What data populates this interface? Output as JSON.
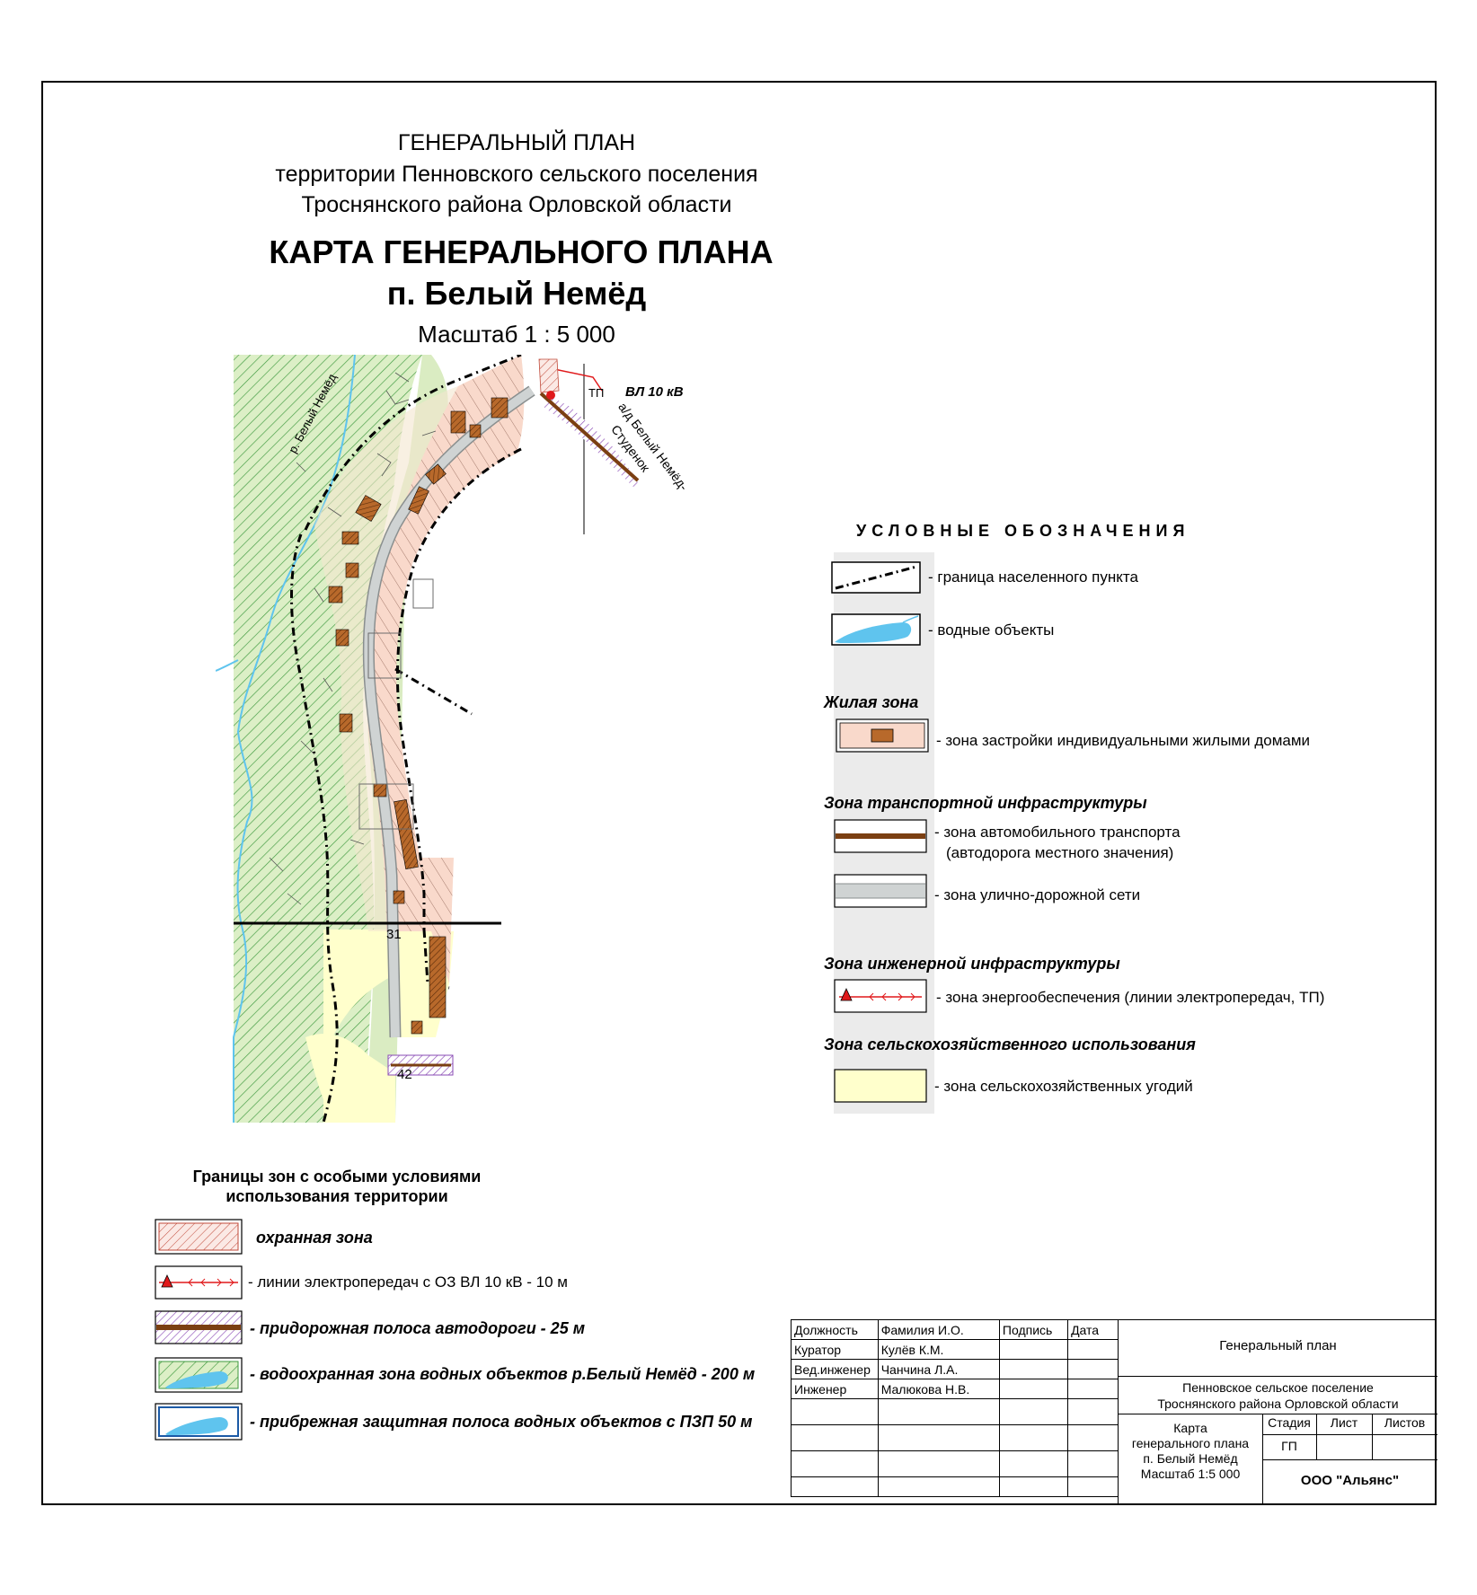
{
  "header": {
    "line1": "ГЕНЕРАЛЬНЫЙ  ПЛАН",
    "line2": "территории Пенновского сельского поселения",
    "line3": "Троснянского  района Орловской области",
    "title": "КАРТА ГЕНЕРАЛЬНОГО ПЛАНА",
    "subtitle": "п. Белый Немёд",
    "scale": "Масштаб 1 : 5 000"
  },
  "map_labels": {
    "river": "р. Белый  Немёд",
    "power_line": "ВЛ 10 кВ",
    "substation": "ТП",
    "road1": "а/д Белый Немёд-",
    "road2": "Студенок",
    "num_31": "31",
    "num_42": "42"
  },
  "legend": {
    "title": "УСЛОВНЫЕ  ОБОЗНАЧЕНИЯ",
    "boundary": "- граница населенного пункта",
    "water": "- водные объекты",
    "residential_group": "Жилая зона",
    "residential": "- зона застройки индивидуальными жилыми домами",
    "transport_group": "Зона транспортной инфраструктуры",
    "auto_transport_1": "- зона автомобильного транспорта",
    "auto_transport_2": "(автодорога местного значения)",
    "street_network": "- зона улично-дорожной сети",
    "engineering_group": "Зона инженерной инфраструктуры",
    "energy": "- зона энергообеспечения (линии электропередач, ТП)",
    "agri_group": "Зона сельскохозяйственного использования",
    "agri": "- зона сельскохозяйственных угодий"
  },
  "special_zones": {
    "title_1": "Границы зон с особыми условиями",
    "title_2": "использования территории",
    "protection": "охранная зона",
    "power_lines": "- линии электропередач с ОЗ  ВЛ 10 кВ - 10 м",
    "roadside": "- придорожная полоса автодороги  - 25 м",
    "water_protection": "- водоохранная зона водных объектов р.Белый Немёд - 200 м",
    "coastal": "- прибрежная защитная полоса водных объектов с ПЗП 50 м"
  },
  "stamp": {
    "col_position": "Должность",
    "col_name": "Фамилия И.О.",
    "col_signature": "Подпись",
    "col_date": "Дата",
    "rows": [
      {
        "position": "Куратор",
        "name": "Кулёв К.М."
      },
      {
        "position": "Вед.инженер",
        "name": "Чанчина Л.А."
      },
      {
        "position": "Инженер",
        "name": "Малюкова Н.В."
      }
    ],
    "project": "Генеральный план",
    "place_1": "Пенновское сельское поселение",
    "place_2": "Троснянского района  Орловской области",
    "sheet_1": "Карта",
    "sheet_2": "генерального плана",
    "sheet_3": "п. Белый Немёд",
    "sheet_4": "Масштаб 1:5 000",
    "stage_label": "Стадия",
    "sheet_label": "Лист",
    "sheets_label": "Листов",
    "stage_value": "ГП",
    "company": "ООО \"Альянс\""
  },
  "colors": {
    "residential_fill": "#f9d9cb",
    "building": "#b8692b",
    "agri_fill": "#ffffcc",
    "water_zone_fill": "#d6ecc0",
    "water": "#5fc4ee",
    "road_brown": "#7b3f12",
    "street_gray": "#cfd3d3",
    "power_red": "#e0191b",
    "roadside_purple": "#8a4bb5"
  }
}
